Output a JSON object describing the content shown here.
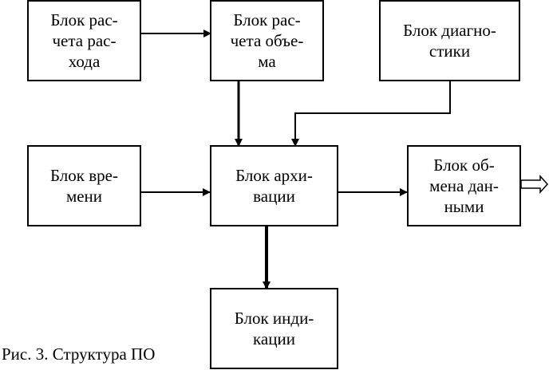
{
  "diagram": {
    "blocks": [
      {
        "id": "flow-calc",
        "label": "Блок рас-\nчета рас-\nхода"
      },
      {
        "id": "volume-calc",
        "label": "Блок рас-\nчета объе-\nма"
      },
      {
        "id": "diagnostics",
        "label": "Блок диагно-\nстики"
      },
      {
        "id": "time",
        "label": "Блок вре-\nмени"
      },
      {
        "id": "archive",
        "label": "Блок архи-\nвации"
      },
      {
        "id": "data-exchange",
        "label": "Блок об-\nмена дан-\nными"
      },
      {
        "id": "indication",
        "label": "Блок инди-\nкации"
      }
    ],
    "connections": [
      {
        "from": "flow-calc",
        "to": "volume-calc"
      },
      {
        "from": "volume-calc",
        "to": "archive"
      },
      {
        "from": "diagnostics",
        "to": "archive"
      },
      {
        "from": "time",
        "to": "archive"
      },
      {
        "from": "archive",
        "to": "data-exchange"
      },
      {
        "from": "archive",
        "to": "indication"
      },
      {
        "from": "data-exchange",
        "to": "external",
        "style": "hollow-arrow"
      }
    ],
    "caption": "Рис. 3. Структура ПО"
  }
}
